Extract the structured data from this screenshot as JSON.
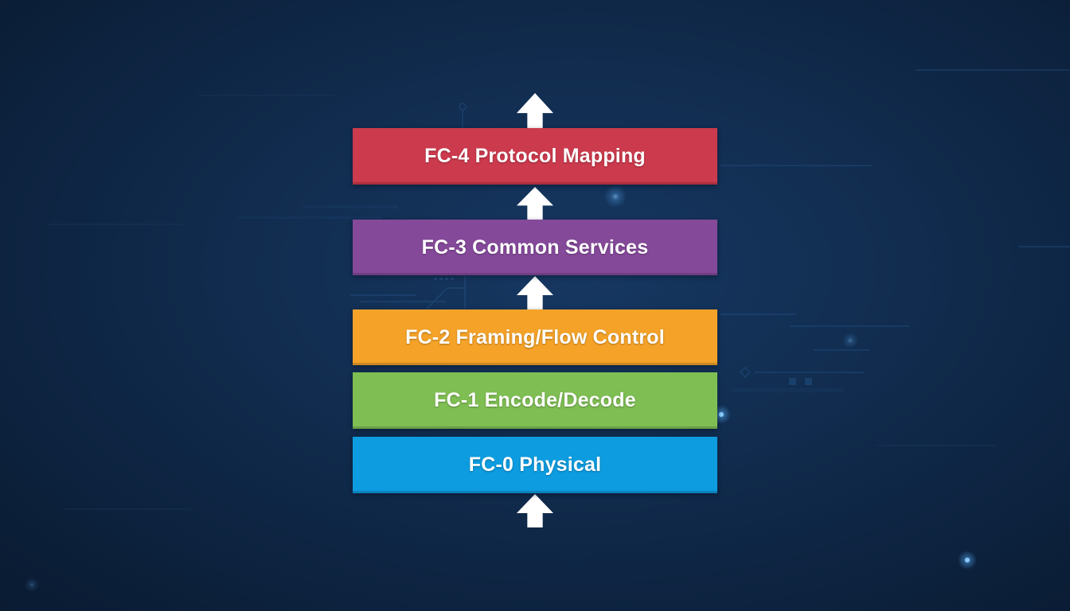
{
  "diagram": {
    "type": "layer-stack",
    "subject": "Fibre Channel protocol layers",
    "layers": [
      {
        "id": "fc-4",
        "label": "FC-4 Protocol Mapping",
        "color": "#CC3A4D"
      },
      {
        "id": "fc-3",
        "label": "FC-3 Common Services",
        "color": "#85499A"
      },
      {
        "id": "fc-2",
        "label": "FC-2 Framing/Flow Control",
        "color": "#F4A228"
      },
      {
        "id": "fc-1",
        "label": "FC-1 Encode/Decode",
        "color": "#7FBE53"
      },
      {
        "id": "fc-0",
        "label": "FC-0 Physical",
        "color": "#0D9CE0"
      }
    ],
    "arrows": {
      "direction": "up",
      "color": "#FFFFFF",
      "count": 4,
      "positions": [
        "above-fc-4",
        "between-fc-3-and-fc-4",
        "between-fc-2-and-fc-3",
        "below-fc-0"
      ]
    },
    "label_text_color": "#FFFFFF",
    "background_colors": {
      "base": "#0C203C",
      "highlight": "#183C69",
      "trace": "#2B5E96",
      "glow": "#8FD0FF"
    }
  }
}
